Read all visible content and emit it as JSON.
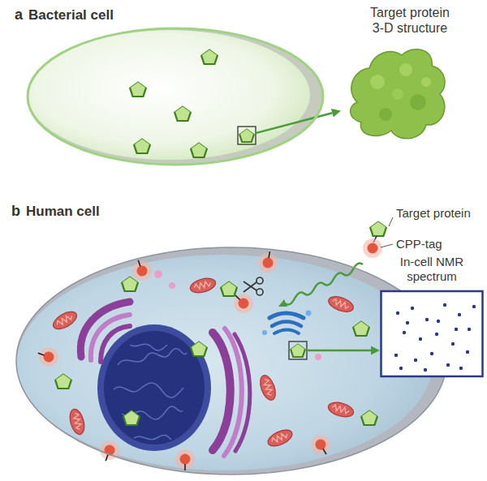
{
  "diagram": {
    "nodes": [
      {
        "text": [
          "a",
          "Bacterial cell"
        ]
      },
      {
        "text": [
          "Target protein 3-D structure"
        ]
      },
      {
        "text": [
          "b",
          "Human cell"
        ]
      },
      {
        "text": [
          "In-cell NMR spectrum"
        ]
      }
    ],
    "edges": [
      {
        "from": 0,
        "to": 1,
        "arrow": "to"
      },
      {
        "from": 2,
        "to": 3,
        "arrow": "to"
      }
    ],
    "labels": [
      "Target protein",
      "CPP-tag"
    ]
  }
}
